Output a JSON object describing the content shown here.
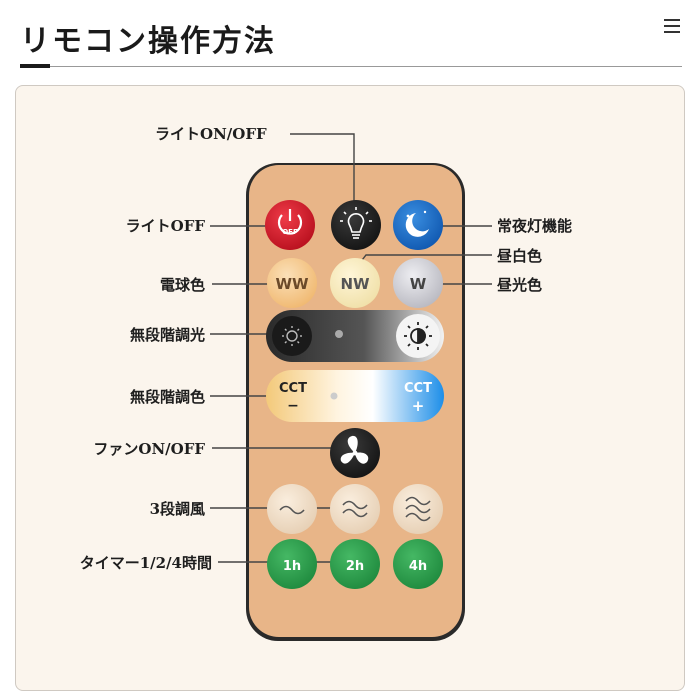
{
  "page": {
    "title": "リモコン操作方法"
  },
  "labels": {
    "light_onoff": "ライトON/OFF",
    "light_off": "ライトOFF",
    "nightlight": "常夜灯機能",
    "daylight_white": "昼白色",
    "warm_color": "電球色",
    "daylight": "昼光色",
    "dimming": "無段階調光",
    "color_adjust": "無段階調色",
    "fan_onoff": "ファンON/OFF",
    "fan_speed": "3段調風",
    "timer": "タイマー1/2/4時間"
  },
  "buttons": {
    "off": "OFF",
    "ww": "WW",
    "nw": "NW",
    "w": "W",
    "cct_minus_top": "CCT",
    "cct_minus_bottom": "−",
    "cct_plus_top": "CCT",
    "cct_plus_bottom": "+",
    "timer_1h": "1h",
    "timer_2h": "2h",
    "timer_4h": "4h"
  },
  "colors": {
    "remote_body": "#e8b588",
    "power_red": "#d01a2a",
    "night_blue": "#1a6ec8",
    "timer_green": "#2ea04e",
    "dark_button": "#1f1f1f"
  }
}
